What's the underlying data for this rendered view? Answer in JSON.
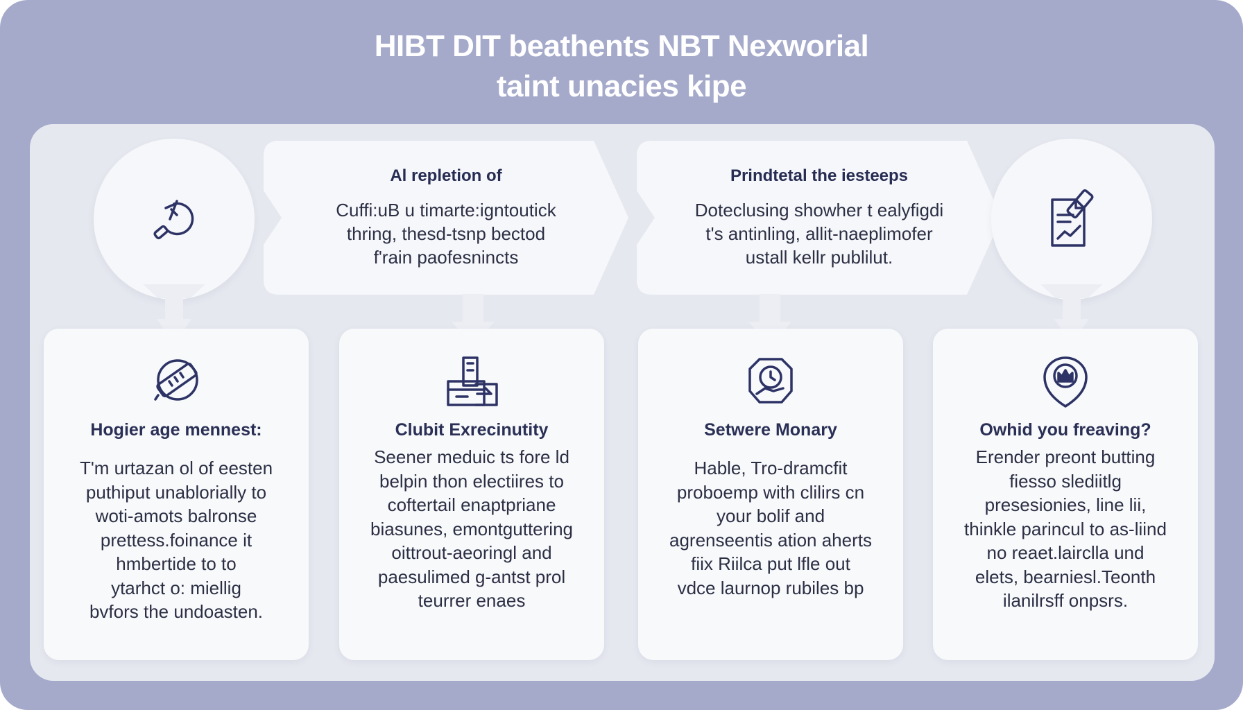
{
  "title": {
    "line1": "HIBT DIT beathents NBT Nexworial",
    "line2": "taint unacies kipe"
  },
  "top": {
    "arrow1": {
      "title": "Al repletion of",
      "lines": [
        "Cuffi:uB u timarte:igntoutick",
        "thring, thesd-tsnp bectod",
        "f'rain paofesnincts"
      ]
    },
    "arrow2": {
      "title": "Prindtetal the iesteeps",
      "lines": [
        "Doteclusing showher t ealyfigdi",
        "t's antinling, allit-naeplimofer",
        "ustall kellr publilut."
      ]
    },
    "icons": {
      "circle1": "tools-icon",
      "circle2": "document-chart-icon"
    }
  },
  "cards": [
    {
      "icon": "tape-measure-icon",
      "title": "Hogier age mennest:",
      "lines": [
        "T'm urtazan ol of eesten",
        "puthiput unablorially to",
        "woti-amots balronse",
        "prettess.foinance it",
        "hmbertide to to",
        "ytarhct o: miellig",
        "bvfors the undoasten."
      ]
    },
    {
      "icon": "buildings-icon",
      "title": "Clubit Exrecinutity",
      "lines": [
        "Seener meduic ts fore ld",
        "belpin thon electiires to",
        "coftertail enaptpriane",
        "biasunes, emontguttering",
        "oittrout-aeoringl and",
        "paesulimed g-antst prol",
        "teurrer enaes"
      ]
    },
    {
      "icon": "clock-handshake-icon",
      "title": "Setwere Monary",
      "lines": [
        "Hable, Tro-dramcfit",
        "proboemp with clilirs cn",
        "your bolif and",
        "agrenseentis ation aherts",
        "fiix Riilca put lfle out",
        "vdce laurnop rubiles bp"
      ]
    },
    {
      "icon": "crown-shield-icon",
      "title": "Owhid you freaving?",
      "lines": [
        "Erender preont butting",
        "fiesso slediitlg",
        "presesionies, line lii,",
        "thinkle parincul to as-liind",
        "no reaet.lairclla und",
        "elets, bearniesl.Teonth",
        "ilanilrsff onpsrs."
      ]
    }
  ],
  "colors": {
    "frame": "#a5aacb",
    "panel": "#e6e8f0",
    "card": "#f8f9fb",
    "icon": "#2e3366",
    "text": "#2c2f44"
  }
}
